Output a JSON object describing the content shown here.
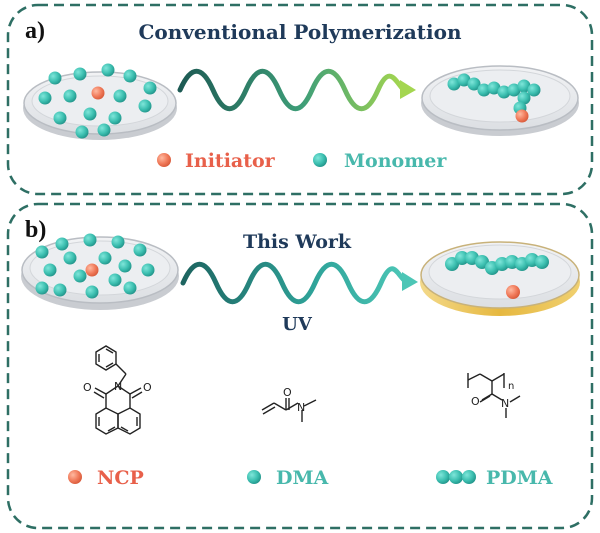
{
  "panel_a": {
    "label": "a)",
    "title": "Conventional Polymerization",
    "legend": [
      {
        "label": "Initiator",
        "kind": "initiator"
      },
      {
        "label": "Monomer",
        "kind": "monomer"
      }
    ]
  },
  "panel_b": {
    "label": "b)",
    "title": "This Work",
    "arrow_label": "UV",
    "legend": [
      {
        "label": "NCP",
        "kind": "initiator"
      },
      {
        "label": "DMA",
        "kind": "monomer"
      },
      {
        "label": "PDMA",
        "kind": "polymer"
      }
    ],
    "polymer_subscript": "n"
  },
  "colors": {
    "border": "#2e6f64",
    "title": "#1f3a5a",
    "initiator": "#f07a5a",
    "monomer": "#3cbfb0",
    "initiator_text": "#e8604a",
    "monomer_text": "#48b8ac",
    "wave_start": "#1f5f58",
    "wave_end": "#9ad24e",
    "dish_gold": "#e8c050"
  }
}
